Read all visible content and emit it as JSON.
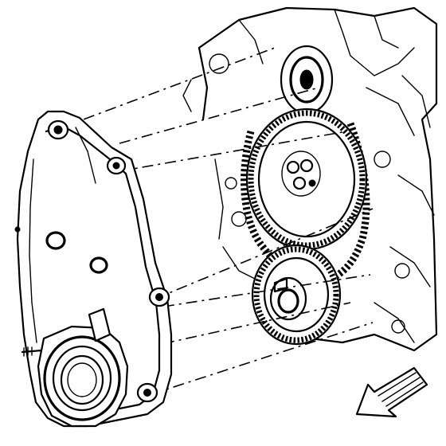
{
  "figure": {
    "subject": "engine-front-cover-timing-chain-exploded-view",
    "icons": [
      "front-cover",
      "crankshaft-seal",
      "camshaft-sprocket",
      "crankshaft-sprocket",
      "timing-chain",
      "direction-arrow"
    ]
  }
}
